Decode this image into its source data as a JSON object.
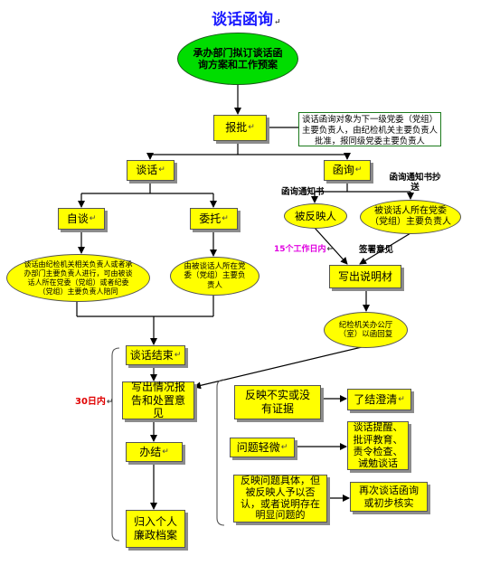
{
  "title": "谈话函询",
  "nodes": {
    "start": "承办部门拟订谈话函询方案和工作预案",
    "approve": "报批",
    "approve_note": "谈话函询对象为下一级党委（党组）主要负责人，由纪检机关主要负责人批准，报同级党委主要负责人",
    "talk": "谈话",
    "letter": "函询",
    "self_talk": "自谈",
    "delegate": "委托",
    "notice_a": "函询通知书",
    "notice_b": "函询通知书抄送",
    "reflected": "被反映人",
    "party_head": "被谈话人所在党委（党组）主要负责人",
    "self_talk_desc": "谈话由纪检机关相关负责人或者承办部门主要负责人进行，可由被谈话人所在党委（党组）或者纪委（党组）主要负责人陪同",
    "delegate_desc": "由被谈话人所在党委（党组）主要负责人",
    "days15": "15个工作日内",
    "sign": "签署意见",
    "write_explain": "写出说明材",
    "office_return": "纪检机关办公厅（室）以函回复",
    "talk_end": "谈话结束",
    "days30": "30日内",
    "report": "写出情况报告和处置意见",
    "finish": "办结",
    "archive": "归入个人廉政档案",
    "case1": "反映不实或没有证据",
    "case2": "问题轻微",
    "case3": "反映问题具体，但被反映人予以否认，或者说明存在明显问题的",
    "out1": "了结澄清",
    "out2": "谈话提醒、批评教育、责令检查、诫勉谈话",
    "out3": "再次谈话函询或初步核实"
  },
  "colors": {
    "box": "#ffff00",
    "start_oval": "#00dd00",
    "title": "#1a1aff",
    "red_label": "#e00000",
    "magenta_label": "#e000e0",
    "note_border": "#1b7a1b"
  }
}
